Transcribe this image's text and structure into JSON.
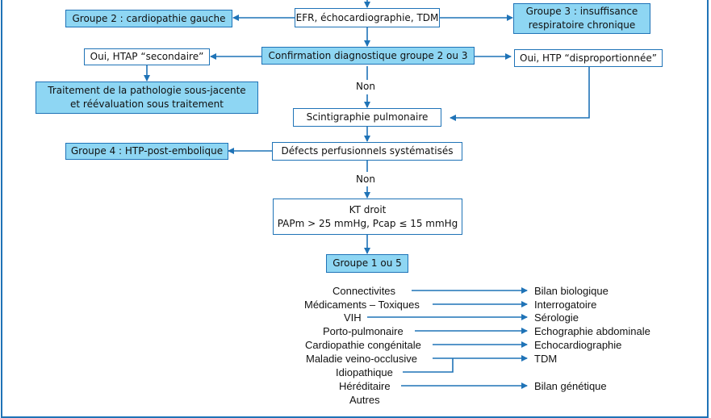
{
  "nodes": {
    "efr": "EFR, échocardiographie, TDM",
    "groupe2": "Groupe 2 : cardiopathie gauche",
    "groupe3_line1": "Groupe 3 : insuffisance",
    "groupe3_line2": "respiratoire chronique",
    "confirmation": "Confirmation diagnostique groupe 2 ou 3",
    "htap_secondaire": "Oui, HTAP “secondaire”",
    "htp_disproportionnee": "Oui, HTP “disproportionnée”",
    "traitement_line1": "Traitement de la pathologie sous-jacente",
    "traitement_line2": "et réévaluation sous traitement",
    "non_1": "Non",
    "scintigraphie": "Scintigraphie pulmonaire",
    "groupe4": "Groupe 4 : HTP-post-embolique",
    "defects": "Défects perfusionnels systématisés",
    "non_2": "Non",
    "kt_line1": "KT droit",
    "kt_line2": "PAPm > 25 mmHg, Pcap ≤ 15 mmHg",
    "groupe15": "Groupe 1 ou 5"
  },
  "causes": [
    "Connectivites",
    "Médicaments – Toxiques",
    "VIH",
    "Porto-pulmonaire",
    "Cardiopathie congénitale",
    "Maladie veino-occlusive",
    "Idiopathique",
    "Héréditaire",
    "Autres"
  ],
  "bilans": [
    "Bilan biologique",
    "Interrogatoire",
    "Sérologie",
    "Echographie abdominale",
    "Echocardiographie",
    "TDM",
    "Bilan génétique"
  ],
  "colors": {
    "stroke": "#1f73b7",
    "fill": "#8ed6f3",
    "text": "#111111"
  }
}
